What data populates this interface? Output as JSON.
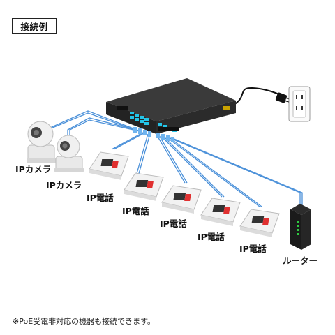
{
  "title": "接続例",
  "labels": {
    "camera1": "IPカメラ",
    "camera2": "IPカメラ",
    "phone1": "IP電話",
    "phone2": "IP電話",
    "phone3": "IP電話",
    "phone4": "IP電話",
    "phone5": "IP電話",
    "router": "ルーター"
  },
  "footnote": "※PoE受電非対応の機器も接続できます。",
  "colors": {
    "cable": "#4a90d9",
    "switch_body": "#2b2b2b",
    "port_led": "#23c4e8",
    "router_body": "#1b1b1b",
    "router_led": "#2ecc40",
    "phone_body": "#f2f2f2",
    "phone_display": "#333333",
    "phone_button": "#e03030"
  }
}
